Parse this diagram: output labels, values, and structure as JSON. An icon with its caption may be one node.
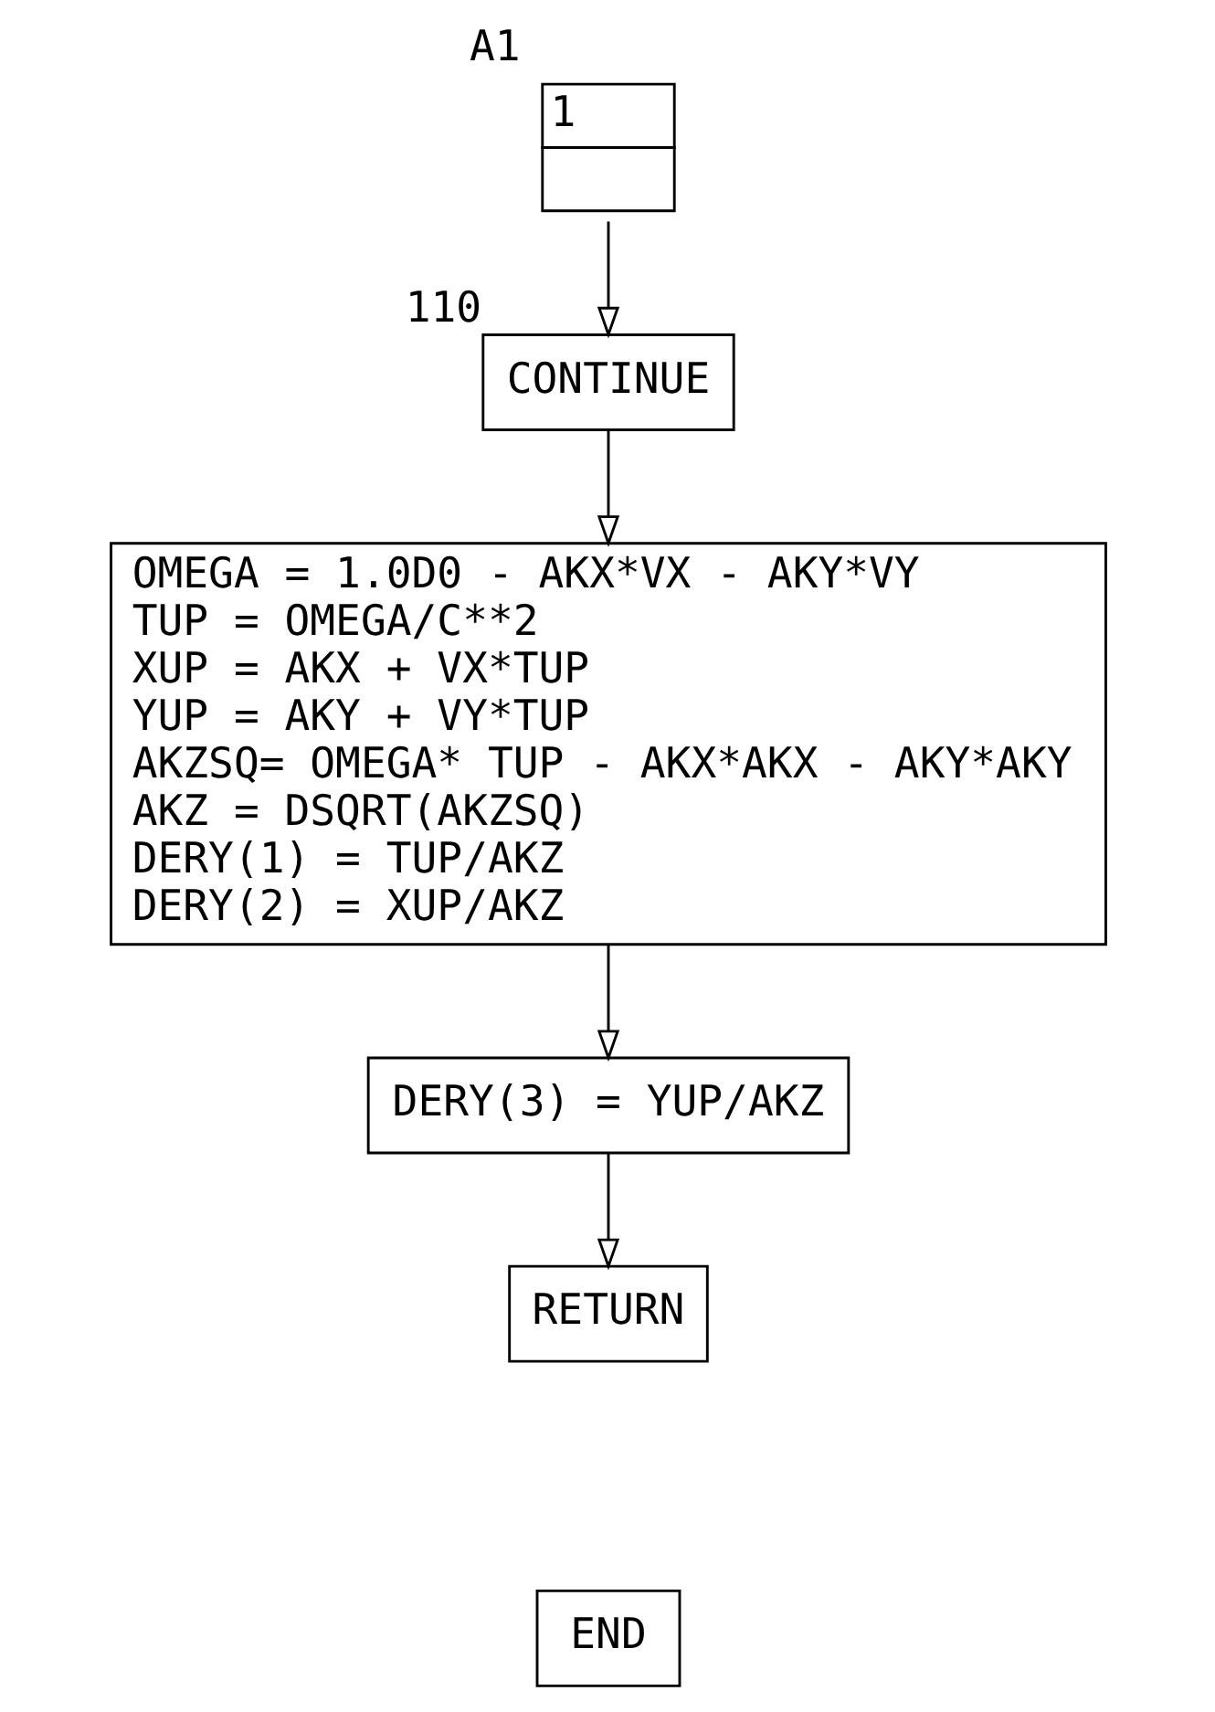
{
  "diagram": {
    "nodes": [
      {
        "text": [
          "1"
        ],
        "beside": [
          "A1"
        ]
      },
      {
        "text": [
          "CONTINUE"
        ],
        "beside": [
          "110"
        ]
      },
      {
        "text": [
          "OMEGA = 1.0D0 - AKX*VX - AKY*VY",
          "TUP = OMEGA/C**2",
          "XUP = AKX + VX*TUP",
          "YUP = AKY + VY*TUP",
          "AKZSQ= OMEGA* TUP - AKX*AKX - AKY*AKY",
          "AKZ = DSQRT(AKZSQ)",
          "DERY(1) = TUP/AKZ",
          "DERY(2) = XUP/AKZ"
        ]
      },
      {
        "text": [
          "DERY(3) = YUP/AKZ"
        ]
      },
      {
        "text": [
          "RETURN"
        ]
      },
      {
        "text": [
          "END"
        ]
      }
    ],
    "edges": [
      {
        "from": 0,
        "to": 1,
        "arrow": "to"
      },
      {
        "from": 1,
        "to": 2,
        "arrow": "to"
      },
      {
        "from": 2,
        "to": 3,
        "arrow": "to"
      },
      {
        "from": 3,
        "to": 4,
        "arrow": "to"
      }
    ]
  }
}
